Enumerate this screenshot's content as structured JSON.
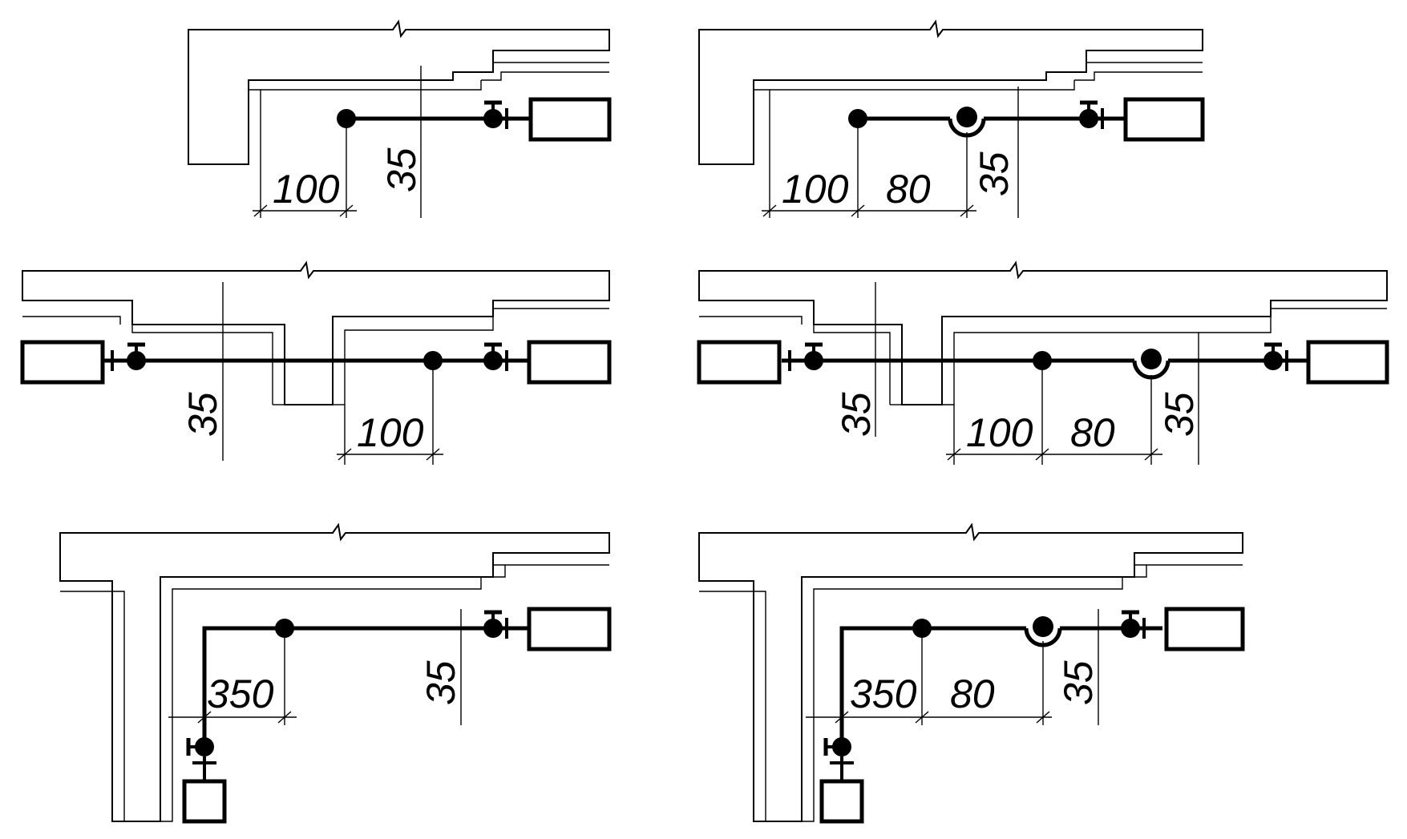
{
  "diagrams": [
    {
      "id": "d1",
      "dims": [
        "100",
        "35"
      ]
    },
    {
      "id": "d2",
      "dims": [
        "100",
        "80",
        "35"
      ]
    },
    {
      "id": "d3",
      "dims": [
        "35",
        "100"
      ]
    },
    {
      "id": "d4",
      "dims": [
        "35",
        "100",
        "80",
        "35"
      ]
    },
    {
      "id": "d5",
      "dims": [
        "350",
        "35"
      ]
    },
    {
      "id": "d6",
      "dims": [
        "350",
        "80",
        "35"
      ]
    }
  ]
}
